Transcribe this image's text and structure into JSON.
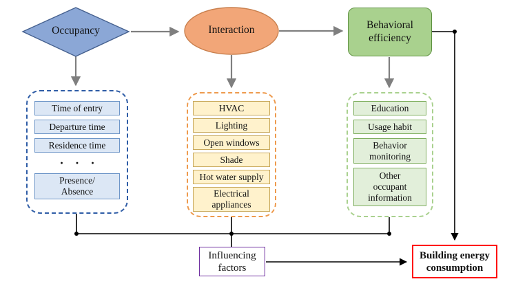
{
  "diagram": {
    "nodes": {
      "occupancy": "Occupancy",
      "interaction": "Interaction",
      "behavioral_efficiency": "Behavioral\nefficiency"
    },
    "occupancy_group": {
      "items": [
        "Time of entry",
        "Departure time",
        "Residence time"
      ],
      "ellipsis": "·  ·  ·",
      "presence": "Presence/\nAbsence"
    },
    "interaction_group": {
      "items": [
        "HVAC",
        "Lighting",
        "Open windows",
        "Shade",
        "Hot water supply",
        "Electrical\nappliances"
      ]
    },
    "behavior_group": {
      "items": [
        "Education",
        "Usage habit",
        "Behavior\nmonitoring",
        "Other\noccupant\ninformation"
      ]
    },
    "outputs": {
      "influencing_factors": "Influencing\nfactors",
      "building_energy_consumption": "Building energy\nconsumption"
    },
    "colors": {
      "occupancy_fill": "#8BA7D6",
      "interaction_fill": "#F2A678",
      "behavioral_fill": "#A9D18E",
      "occupancy_item_fill": "#DCE7F5",
      "interaction_item_fill": "#FFF2CC",
      "behavior_item_fill": "#E2EFDA",
      "occupancy_dash": "#2E5CA6",
      "interaction_dash": "#EE9A4D",
      "behavior_dash": "#A9D18E",
      "influencing_border": "#7030A0",
      "building_border": "#FF0000",
      "arrow_gray": "#7F7F7F",
      "line_black": "#000000"
    }
  }
}
